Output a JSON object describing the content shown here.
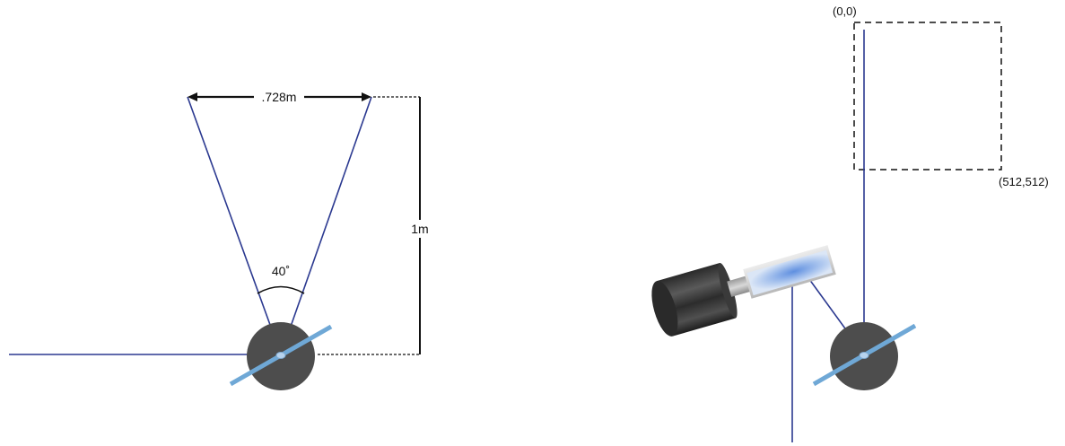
{
  "left_diagram": {
    "width_label": ".728m",
    "distance_label": "1m",
    "angle_label": "40˚"
  },
  "right_diagram": {
    "corner_top_left": "(0,0)",
    "corner_bottom_right": "(512,512)"
  },
  "colors": {
    "beam": "#2b3990",
    "mirror": "#6fa8d6",
    "galvo_body": "#4d4d4d",
    "motor_body": "#3a3a3a",
    "dimension": "#111111"
  }
}
